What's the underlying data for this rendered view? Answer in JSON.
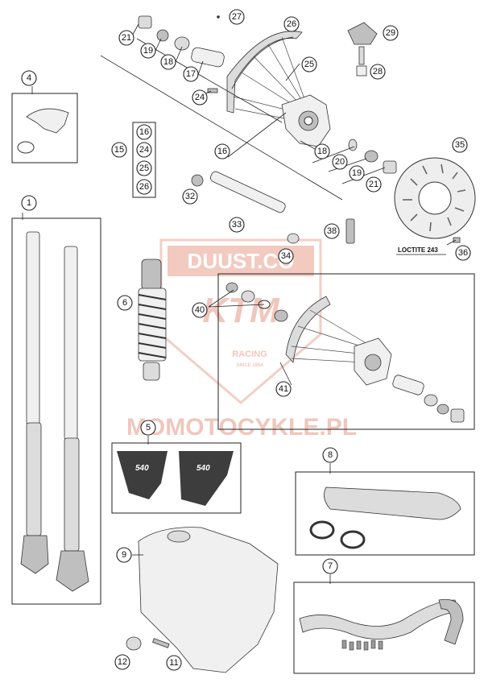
{
  "watermark": {
    "brand": "DUUST.CO",
    "logo": "KTM",
    "tag_line1": "RACING",
    "tag_line2": "SINCE 1954",
    "site": "MOMOTOCYKLE.PL"
  },
  "note": {
    "loctite": "LOCTITE 243"
  },
  "decals": {
    "left": "540",
    "right": "540"
  },
  "kit_list": [
    "16",
    "24",
    "25",
    "26"
  ],
  "callouts": {
    "c1": "1",
    "c4": "4",
    "c5": "5",
    "c6": "6",
    "c7": "7",
    "c8": "8",
    "c9": "9",
    "c11": "11",
    "c12": "12",
    "c15": "15",
    "c16a": "16",
    "c16b": "16",
    "c17": "17",
    "c18a": "18",
    "c18b": "18",
    "c19a": "19",
    "c19b": "19",
    "c20": "20",
    "c21a": "21",
    "c21b": "21",
    "c24": "24",
    "c25": "25",
    "c26": "26",
    "c27": "27",
    "c28": "28",
    "c29": "29",
    "c32": "32",
    "c33": "33",
    "c34": "34",
    "c35": "35",
    "c36": "36",
    "c38": "38",
    "c40": "40",
    "c41": "41"
  }
}
